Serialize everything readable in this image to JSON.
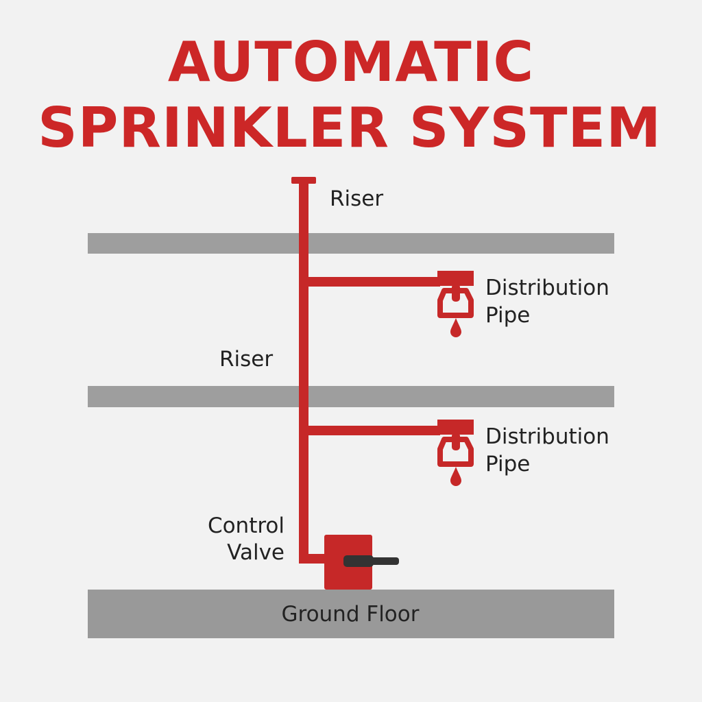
{
  "title": {
    "line1": "AUTOMATIC",
    "line2": "SPRINKLER SYSTEM"
  },
  "labels": {
    "riser_top": "Riser",
    "riser_middle": "Riser",
    "distribution_upper": {
      "line1": "Distribution",
      "line2": "Pipe"
    },
    "distribution_lower": {
      "line1": "Distribution",
      "line2": "Pipe"
    },
    "control_valve": {
      "line1": "Control",
      "line2": "Valve"
    },
    "ground_floor": "Ground Floor"
  },
  "colors": {
    "pipe": "#c62828",
    "slab": "#9e9e9e",
    "ground": "#999999",
    "handle": "#333333",
    "background": "#f2f2f2"
  }
}
